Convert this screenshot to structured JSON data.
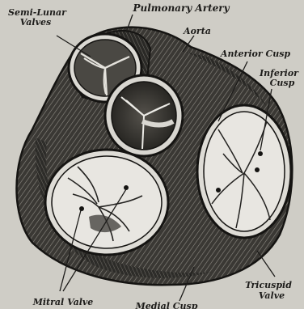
{
  "labels": {
    "semilunar_valves_line1": "Semi-Lunar",
    "semilunar_valves_line2": "Valves",
    "pulmonary_artery": "Pulmonary Artery",
    "aorta": "Aorta",
    "anterior_cusp": "Anterior Cusp",
    "inferior_cusp_line1": "Inferior",
    "inferior_cusp_line2": "Cusp",
    "tricuspid_valve_line1": "Tricuspid",
    "tricuspid_valve_line2": "Valve",
    "mitral_valve": "Mitral Valve",
    "medial_cusp": "Medial Cusp"
  },
  "colors": {
    "paper": "#cfcdc6",
    "ink": "#1d1c1a",
    "muscle_dark": "#2a2926",
    "valve_fill": "#e6e4df"
  }
}
